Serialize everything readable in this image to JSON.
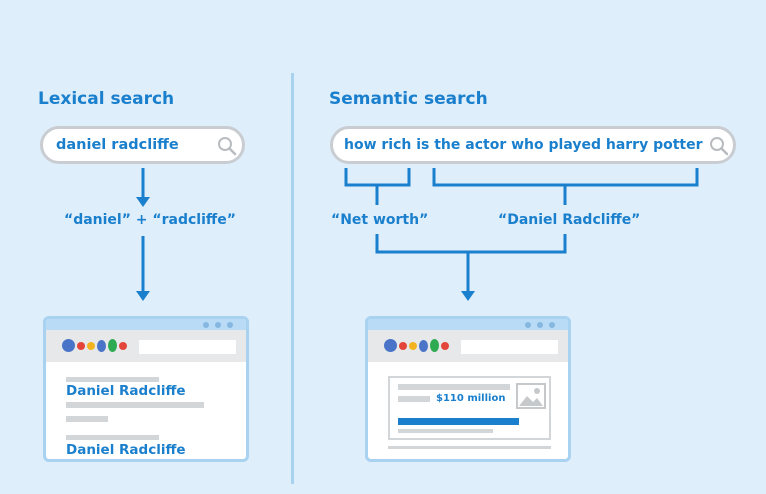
{
  "lexical": {
    "heading": "Lexical search",
    "query": "daniel radcliffe",
    "tokens": "“daniel” + “radcliffe”",
    "results": [
      "Daniel Radcliffe",
      "Daniel Radcliffe"
    ]
  },
  "semantic": {
    "heading": "Semantic search",
    "query": "how rich is the actor who played harry potter",
    "concept_1": "“Net worth”",
    "concept_2": "“Daniel Radcliffe”",
    "answer": "$110 million"
  },
  "icons": {
    "search": "magnifier-icon",
    "logo": "search-engine-logo-icon",
    "image": "image-placeholder-icon"
  },
  "colors": {
    "background": "#deeefb",
    "accent": "#1a7fcc",
    "panel_border": "#a9d1f0",
    "gray": "#d3d6d9",
    "logo": [
      "#4a74c8",
      "#e4453a",
      "#f2b520",
      "#4a74c8",
      "#2eaa52",
      "#e4453a"
    ]
  }
}
